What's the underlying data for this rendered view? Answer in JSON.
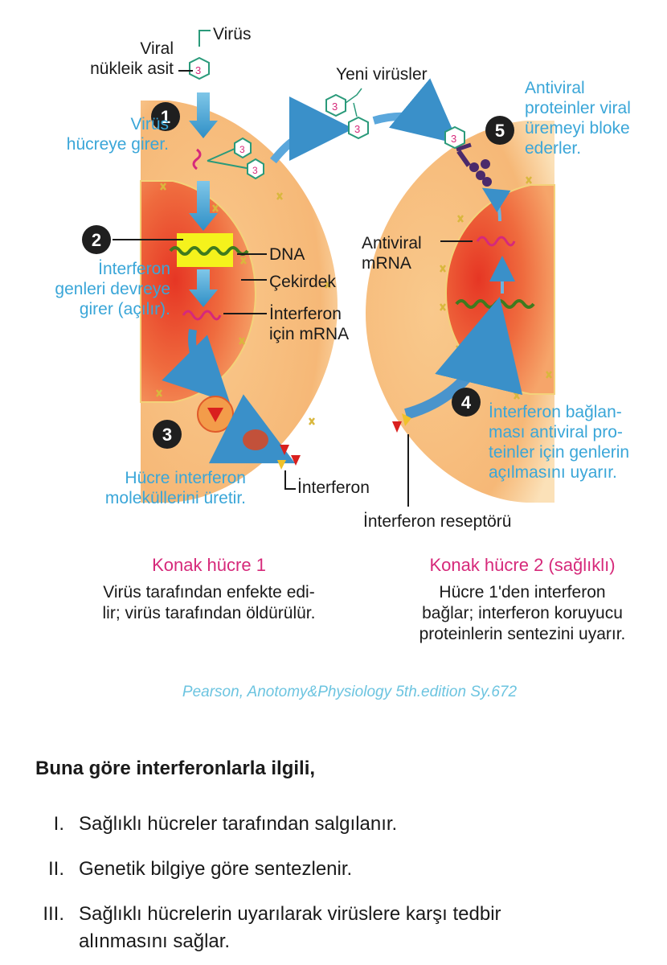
{
  "diagram": {
    "step_numbers": [
      "1",
      "2",
      "3",
      "4",
      "5"
    ],
    "labels": {
      "virus": "Virüs",
      "viral_nucleic_acid": "Viral\nnükleik asit",
      "new_viruses": "Yeni virüsler",
      "virus_enters": "Virüs\nhücreye girer.",
      "interferon_genes": "İnterferon\ngenleri devreye\ngirer (açılır).",
      "dna": "DNA",
      "nucleus": "Çekirdek",
      "interferon_mrna": "İnterferon\niçin mRNA",
      "cell_produces": "Hücre interferon\nmoleküllerini üretir.",
      "interferon": "İnterferon",
      "interferon_receptor": "İnterferon reseptörü",
      "antiviral_mrna": "Antiviral\nmRNA",
      "antiviral_proteins": "Antiviral\nproteinler viral\nüremeyi bloke\nederler.",
      "binding_text": "İnterferon bağlan-\nması antiviral pro-\nteinler için genlerin\naçılmasını uyarır."
    },
    "host_cell_1": {
      "title": "Konak hücre 1",
      "caption": "Virüs tarafından enfekte edi-\nlir; virüs tarafından öldürülür."
    },
    "host_cell_2": {
      "title": "Konak hücre 2 (sağlıklı)",
      "caption": "Hücre 1'den interferon\nbağlar; interferon koruyucu\nproteinlerin sentezini uyarır."
    },
    "source": "Pearson, Anotomy&Physiology 5th.edition Sy.672"
  },
  "question": {
    "prompt": "Buna göre interferonlarla ilgili,",
    "items": [
      {
        "num": "I.",
        "text": "Sağlıklı hücreler tarafından salgılanır."
      },
      {
        "num": "II.",
        "text": "Genetik bilgiye göre sentezlenir."
      },
      {
        "num": "III.",
        "text": "Sağlıklı hücrelerin uyarılarak virüslere karşı tedbir\nalınmasını sağlar."
      }
    ]
  },
  "colors": {
    "cytoplasm": "#f6b877",
    "nucleus": "#e8452c",
    "accent_blue": "#3aa6d8",
    "title_pink": "#d6297a",
    "dna_green": "#3f7a1e",
    "mrna_pink": "#d6297a"
  }
}
